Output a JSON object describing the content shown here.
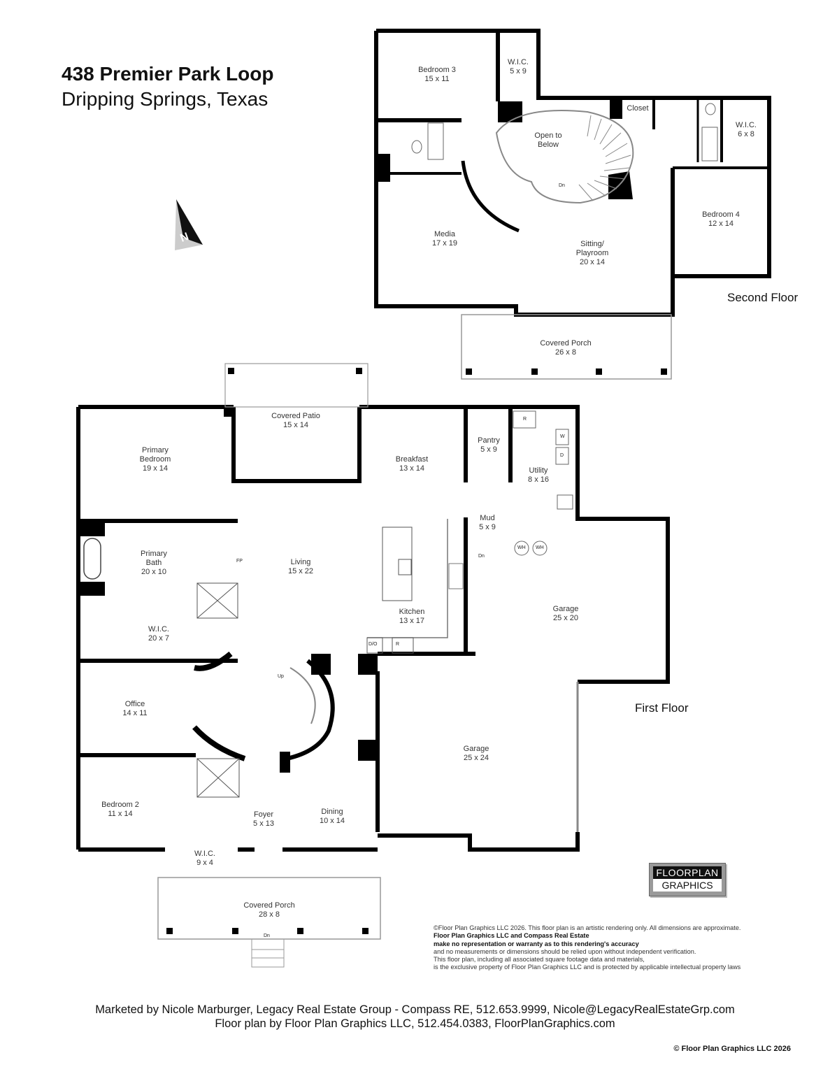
{
  "header": {
    "address": "438 Premier Park Loop",
    "city_state": "Dripping Springs, Texas"
  },
  "compass": {
    "icon": "north-arrow-icon",
    "label": "N"
  },
  "floors": {
    "second": {
      "label": "Second Floor",
      "rooms": [
        {
          "name": "Bedroom 3",
          "size": "15 x 11"
        },
        {
          "name": "W.I.C.",
          "size": "5 x 9"
        },
        {
          "name": "Closet",
          "size": ""
        },
        {
          "name": "W.I.C.",
          "size": "6 x 8"
        },
        {
          "name": "Open to Below",
          "size": ""
        },
        {
          "name": "Bedroom 4",
          "size": "12 x 14"
        },
        {
          "name": "Media",
          "size": "17 x 19"
        },
        {
          "name": "Sitting/ Playroom",
          "size": "20 x 14"
        },
        {
          "name": "Covered Porch",
          "size": "26 x 8"
        }
      ],
      "stair_label": "Dn"
    },
    "first": {
      "label": "First Floor",
      "rooms": [
        {
          "name": "Covered Patio",
          "size": "15 x 14"
        },
        {
          "name": "Primary Bedroom",
          "size": "19 x 14"
        },
        {
          "name": "Breakfast",
          "size": "13 x 14"
        },
        {
          "name": "Pantry",
          "size": "5 x 9"
        },
        {
          "name": "Utility",
          "size": "8 x 16"
        },
        {
          "name": "Mud",
          "size": "5 x 9"
        },
        {
          "name": "Primary Bath",
          "size": "20 x 10"
        },
        {
          "name": "Living",
          "size": "15 x 22"
        },
        {
          "name": "W.I.C.",
          "size": "20 x 7"
        },
        {
          "name": "Kitchen",
          "size": "13 x 17"
        },
        {
          "name": "Garage",
          "size": "25 x 20"
        },
        {
          "name": "Office",
          "size": "14 x 11"
        },
        {
          "name": "Garage",
          "size": "25 x 24"
        },
        {
          "name": "Bedroom 2",
          "size": "11 x 14"
        },
        {
          "name": "Foyer",
          "size": "5 x 13"
        },
        {
          "name": "Dining",
          "size": "10 x 14"
        },
        {
          "name": "W.I.C.",
          "size": "9 x 4"
        },
        {
          "name": "Covered Porch",
          "size": "28 x 8"
        }
      ],
      "fixture_labels": {
        "fireplace": "FP",
        "refrigerator_utility": "R",
        "washer": "W",
        "dryer": "D",
        "water_heater_1": "WH",
        "water_heater_2": "WH",
        "dishwasher_oven": "D/O",
        "refrigerator_kitchen": "R",
        "stair_up": "Up",
        "garage_stair_down": "Dn",
        "porch_down": "Dn"
      }
    }
  },
  "logo": {
    "line1": "FLOORPLAN",
    "line2": "GRAPHICS"
  },
  "disclaimer": {
    "line1": "©Floor Plan Graphics LLC 2026. This floor plan is an artistic rendering only. All dimensions are approximate.",
    "line2": "Floor Plan Graphics LLC and Compass Real Estate",
    "line3": "make no representation or warranty as to this rendering's accuracy",
    "line4": "and no measurements or dimensions should be relied upon without independent verification.",
    "line5": "This floor plan, including all associated square footage data and materials,",
    "line6": "is the exclusive property of Floor Plan Graphics LLC and is protected by applicable intellectual property laws"
  },
  "footer": {
    "marketed_by": "Marketed by Nicole Marburger, Legacy Real Estate Group - Compass RE, 512.653.9999, Nicole@LegacyRealEstateGrp.com",
    "floor_plan_by": "Floor plan by Floor Plan Graphics LLC, 512.454.0383, FloorPlanGraphics.com",
    "copyright": "© Floor Plan Graphics LLC 2026"
  }
}
